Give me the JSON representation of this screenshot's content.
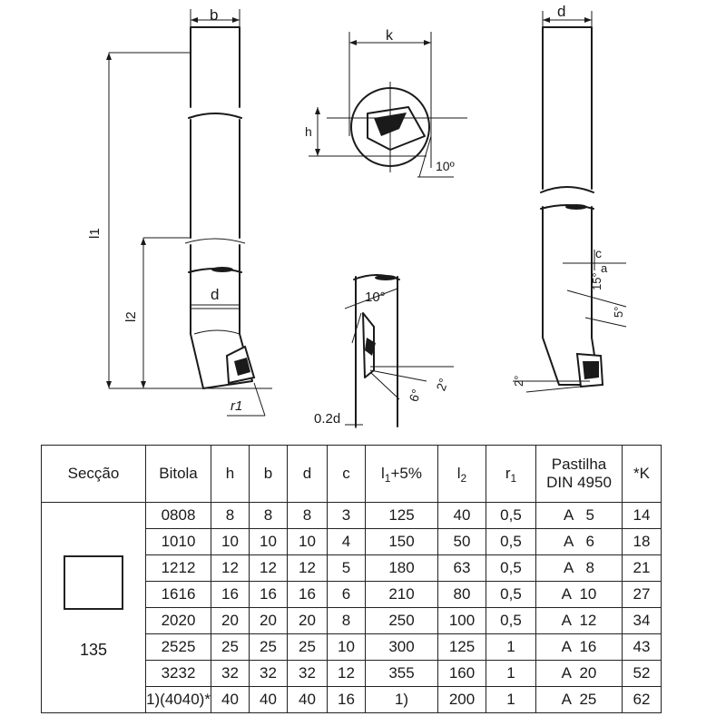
{
  "dimension_labels": {
    "b": "b",
    "d": "d",
    "k": "k",
    "h": "h",
    "l1": "l1",
    "l2": "l2",
    "r1": "r1",
    "c": "c",
    "a": "a",
    "angle_10_front": "10º",
    "angle_10_side": "10°",
    "angle_6": "6°",
    "angle_2_side": "2°",
    "angle_15": "15°",
    "angle_5": "5°",
    "angle_2_right": "2°",
    "offset_02d": "0.2d"
  },
  "table": {
    "headers": [
      "Secção",
      "Bitola",
      "h",
      "b",
      "d",
      "c",
      "l",
      "l",
      "r",
      "Pastilha",
      "*K"
    ],
    "header_subscripts": {
      "l1": "1",
      "l1_suffix": "+5%",
      "l2": "2",
      "r1": "1"
    },
    "pastilha_line2": "DIN 4950",
    "section_code": "135",
    "rows": [
      [
        "0808",
        "8",
        "8",
        "8",
        "3",
        "125",
        "40",
        "0,5",
        "A   5",
        "14"
      ],
      [
        "1010",
        "10",
        "10",
        "10",
        "4",
        "150",
        "50",
        "0,5",
        "A   6",
        "18"
      ],
      [
        "1212",
        "12",
        "12",
        "12",
        "5",
        "180",
        "63",
        "0,5",
        "A   8",
        "21"
      ],
      [
        "1616",
        "16",
        "16",
        "16",
        "6",
        "210",
        "80",
        "0,5",
        "A  10",
        "27"
      ],
      [
        "2020",
        "20",
        "20",
        "20",
        "8",
        "250",
        "100",
        "0,5",
        "A  12",
        "34"
      ],
      [
        "2525",
        "25",
        "25",
        "25",
        "10",
        "300",
        "125",
        "1",
        "A  16",
        "43"
      ],
      [
        "3232",
        "32",
        "32",
        "32",
        "12",
        "355",
        "160",
        "1",
        "A  20",
        "52"
      ],
      [
        "1)(4040)*",
        "40",
        "40",
        "40",
        "16",
        "1)",
        "200",
        "1",
        "A  25",
        "62"
      ]
    ]
  }
}
